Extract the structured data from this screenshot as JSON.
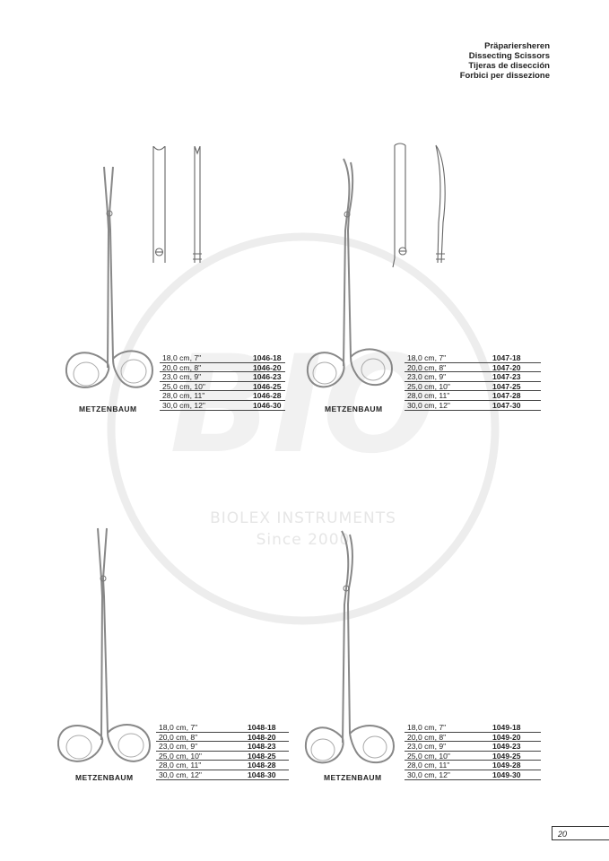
{
  "header": {
    "titles": [
      "Präpariersheren",
      "Dissecting Scissors",
      "Tijeras de disección",
      "Forbici per dissezione"
    ]
  },
  "watermark": {
    "logo_text": "BIO",
    "company": "BIOLEX INSTRUMENTS",
    "since": "Since 2000"
  },
  "products": [
    {
      "name": "METZENBAUM",
      "sizes": [
        "18,0 cm, 7\"",
        "20,0 cm, 8\"",
        "23,0 cm, 9\"",
        "25,0 cm, 10\"",
        "28,0 cm, 11\"",
        "30,0 cm, 12\""
      ],
      "codes": [
        "1046-18",
        "1046-20",
        "1046-23",
        "1046-25",
        "1046-28",
        "1046-30"
      ]
    },
    {
      "name": "METZENBAUM",
      "sizes": [
        "18,0 cm, 7\"",
        "20,0 cm, 8\"",
        "23,0 cm, 9\"",
        "25,0 cm, 10\"",
        "28,0 cm, 11\"",
        "30,0 cm, 12\""
      ],
      "codes": [
        "1047-18",
        "1047-20",
        "1047-23",
        "1047-25",
        "1047-28",
        "1047-30"
      ]
    },
    {
      "name": "METZENBAUM",
      "sizes": [
        "18,0 cm, 7\"",
        "20,0 cm, 8\"",
        "23,0 cm, 9\"",
        "25,0 cm, 10\"",
        "28,0 cm, 11\"",
        "30,0 cm, 12\""
      ],
      "codes": [
        "1048-18",
        "1048-20",
        "1048-23",
        "1048-25",
        "1048-28",
        "1048-30"
      ]
    },
    {
      "name": "METZENBAUM",
      "sizes": [
        "18,0 cm, 7\"",
        "20,0 cm, 8\"",
        "23,0 cm, 9\"",
        "25,0 cm, 10\"",
        "28,0 cm, 11\"",
        "30,0 cm, 12\""
      ],
      "codes": [
        "1049-18",
        "1049-20",
        "1049-23",
        "1049-25",
        "1049-28",
        "1049-30"
      ]
    }
  ],
  "page_number": "20"
}
